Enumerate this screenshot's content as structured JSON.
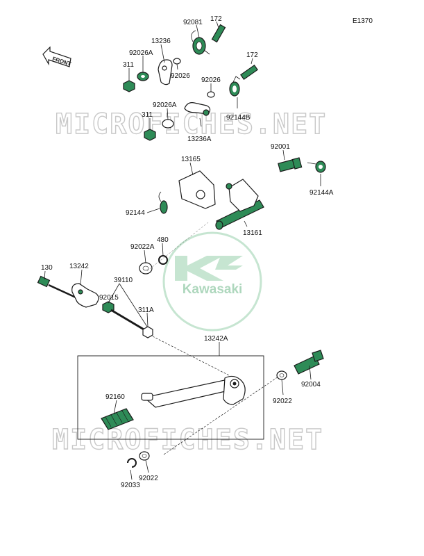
{
  "diagram_code": "E1370",
  "front_label": "FRONT",
  "watermark_text": "MICROFICHES.NET",
  "logo_text": "Kawasaki",
  "colors": {
    "part_fill": "#2e8b57",
    "logo": "#2e8b57",
    "watermark": "#c8c8c8"
  },
  "labels": {
    "p92081": "92081",
    "p172a": "172",
    "p13236": "13236",
    "p92026Aa": "92026A",
    "p311a": "311",
    "p92026a": "92026",
    "p172b": "172",
    "p92026b": "92026",
    "p92026Ab": "92026A",
    "p311b": "311",
    "p92144B": "92144B",
    "p13236A": "13236A",
    "p92001": "92001",
    "p13165": "13165",
    "p92144A": "92144A",
    "p92144": "92144",
    "p13161": "13161",
    "p92022A": "92022A",
    "p480": "480",
    "p130": "130",
    "p13242": "13242",
    "p39110": "39110",
    "p92015": "92015",
    "p311A": "311A",
    "p13242A": "13242A",
    "p92004": "92004",
    "p92160": "92160",
    "p92022a": "92022",
    "p92022b": "92022",
    "p92033": "92033"
  }
}
